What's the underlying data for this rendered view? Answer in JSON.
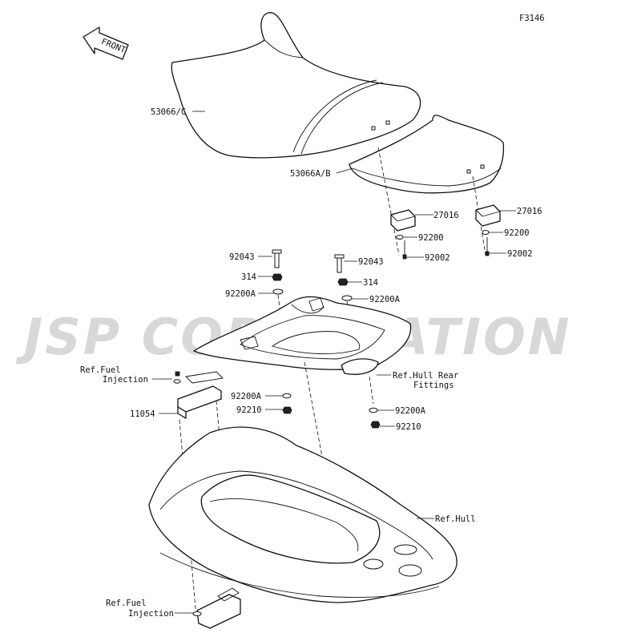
{
  "diagram_code": "F3146",
  "front_arrow_label": "FRONT",
  "watermark": "JSP CORPORATION",
  "labels": {
    "seat_main": "53066/C",
    "seat_rear": "53066A/B",
    "bracket_left": "27016",
    "bracket_right": "27016",
    "washer_left": "92200",
    "washer_right": "92200",
    "bolt_left": "92002",
    "bolt_right": "92002",
    "stud_left": "92043",
    "stud_right": "92043",
    "nut_left": "314",
    "nut_right": "314",
    "washer_a_left": "92200A",
    "washer_a_right": "92200A",
    "ref_fuel_top": [
      "Ref.Fuel",
      "Injection"
    ],
    "ref_hull_rear": [
      "Ref.Hull Rear",
      "Fittings"
    ],
    "washer_a_lower_left": "92200A",
    "nut_lower_left": "92210",
    "washer_a_lower_right": "92200A",
    "nut_lower_right": "92210",
    "bracket_11054": "11054",
    "ref_hull": "Ref.Hull",
    "ref_fuel_bottom": [
      "Ref.Fuel",
      "Injection"
    ]
  }
}
